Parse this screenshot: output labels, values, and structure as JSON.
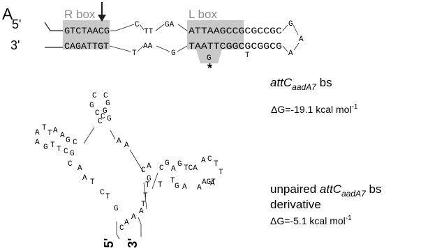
{
  "panel_letter": "A",
  "top_structure": {
    "strand5_label": "5'",
    "strand3_label": "3'",
    "r_box_label": "R box",
    "l_box_label": "L box",
    "asterisk": "*",
    "top_left_seq": "GTCTAACG",
    "bottom_left_seq": "CAGATTGT",
    "top_bulge_c": "C",
    "top_tt": "TT",
    "top_ga": "GA",
    "top_right_seq": "ATTAAGCCGCGCCGC",
    "bottom_t1": "T",
    "bottom_aa": "AA",
    "bottom_g": "G",
    "bottom_right_seq": "TAATTCGGCGCGGCG",
    "extruded_g": "G",
    "extruded_t": "T",
    "loop_g": "G",
    "loop_a1": "A",
    "loop_a2": "A",
    "caption_site": "attC",
    "caption_sub": "aadA7",
    "caption_suffix": " bs",
    "energy_prefix": "ΔG=-19.1 kcal mol",
    "energy_exp": "-1",
    "highlight_color": "#c8c8c8"
  },
  "bottom_structure": {
    "strand5_label": "5'",
    "strand3_label": "3'",
    "caption_line1_prefix": "unpaired ",
    "caption_site": "attC",
    "caption_sub": "aadA7",
    "caption_suffix": " bs",
    "caption_line2": "derivative",
    "energy_prefix": "ΔG=-5.1 kcal mol",
    "energy_exp": "-1",
    "nucleotides": [
      {
        "id": "nt-1",
        "t": "C"
      },
      {
        "id": "nt-2",
        "t": "C"
      },
      {
        "id": "nt-3",
        "t": "G"
      },
      {
        "id": "nt-4",
        "t": "G"
      },
      {
        "id": "nt-5",
        "t": "C"
      },
      {
        "id": "nt-6",
        "t": "G"
      },
      {
        "id": "nt-7",
        "t": "C"
      },
      {
        "id": "nt-8",
        "t": "G"
      },
      {
        "id": "nt-9",
        "t": "C"
      },
      {
        "id": "nt-10",
        "t": "A"
      },
      {
        "id": "nt-11",
        "t": "T"
      },
      {
        "id": "nt-12",
        "t": "T"
      },
      {
        "id": "nt-13",
        "t": "A"
      },
      {
        "id": "nt-14",
        "t": "A"
      },
      {
        "id": "nt-15",
        "t": "G"
      },
      {
        "id": "nt-16",
        "t": "C"
      },
      {
        "id": "nt-17",
        "t": "A"
      },
      {
        "id": "nt-18",
        "t": "G"
      },
      {
        "id": "nt-19",
        "t": "T"
      },
      {
        "id": "nt-20",
        "t": "T"
      },
      {
        "id": "nt-21",
        "t": "C"
      },
      {
        "id": "nt-22",
        "t": "G"
      },
      {
        "id": "nt-23",
        "t": "C"
      },
      {
        "id": "nt-24",
        "t": "A"
      },
      {
        "id": "nt-25",
        "t": "A"
      },
      {
        "id": "nt-26",
        "t": "T"
      },
      {
        "id": "nt-27",
        "t": "C"
      },
      {
        "id": "nt-28",
        "t": "T"
      },
      {
        "id": "nt-29",
        "t": "G"
      },
      {
        "id": "nt-30",
        "t": "A"
      },
      {
        "id": "nt-31",
        "t": "A"
      },
      {
        "id": "nt-32",
        "t": "C"
      },
      {
        "id": "nt-33",
        "t": "A"
      },
      {
        "id": "nt-34",
        "t": "C"
      },
      {
        "id": "nt-35",
        "t": "G"
      },
      {
        "id": "nt-36",
        "t": "A"
      },
      {
        "id": "nt-37",
        "t": "G"
      },
      {
        "id": "nt-38",
        "t": "TCA"
      },
      {
        "id": "nt-39",
        "t": "A"
      },
      {
        "id": "nt-40",
        "t": "C"
      },
      {
        "id": "nt-41",
        "t": "T"
      },
      {
        "id": "nt-42",
        "t": "T"
      },
      {
        "id": "nt-43",
        "t": "G"
      },
      {
        "id": "nt-44",
        "t": "A"
      },
      {
        "id": "nt-45",
        "t": "A"
      },
      {
        "id": "nt-46",
        "t": "AGT"
      },
      {
        "id": "nt-47",
        "t": "A"
      },
      {
        "id": "nt-48",
        "t": "T"
      },
      {
        "id": "nt-49",
        "t": "T"
      },
      {
        "id": "nt-50",
        "t": "T"
      },
      {
        "id": "nt-51",
        "t": "G"
      },
      {
        "id": "nt-52",
        "t": "T"
      },
      {
        "id": "nt-53",
        "t": "T"
      },
      {
        "id": "nt-54",
        "t": "A"
      },
      {
        "id": "nt-55",
        "t": "A"
      },
      {
        "id": "nt-56",
        "t": "A"
      },
      {
        "id": "nt-57",
        "t": "C"
      }
    ]
  }
}
